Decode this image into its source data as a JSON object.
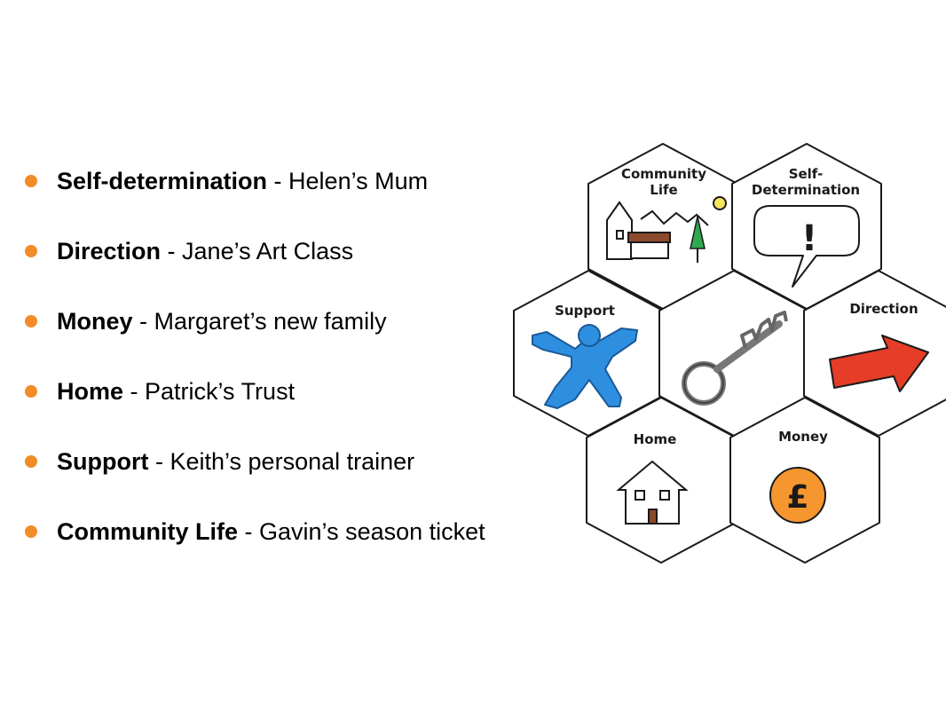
{
  "bullets": [
    {
      "term": "Self-determination",
      "detail": "- Helen’s Mum"
    },
    {
      "term": "Direction",
      "detail": "- Jane’s Art Class"
    },
    {
      "term": "Money",
      "detail": "- Margaret’s new family"
    },
    {
      "term": "Home",
      "detail": "- Patrick’s Trust"
    },
    {
      "term": "Support",
      "detail": "-  Keith’s personal trainer"
    },
    {
      "term": "Community Life",
      "detail": "- Gavin’s season ticket"
    }
  ],
  "diagram": {
    "community_life": {
      "line1": "Community",
      "line2": "Life"
    },
    "self_determination": {
      "line1": "Self-",
      "line2": "Determination"
    },
    "support": "Support",
    "direction": "Direction",
    "home": "Home",
    "money": "Money",
    "money_symbol": "£",
    "exclamation": "!"
  },
  "colors": {
    "bullet": "#F28C28",
    "support_figure": "#2E8FE0",
    "direction_arrow": "#E53D27",
    "money_coin": "#F5962F",
    "tree": "#2FA84F",
    "sun": "#F6E45C",
    "roof": "#8B4A2B"
  },
  "icons": [
    "church-icon",
    "sun-icon",
    "tree-icon",
    "speech-bubble-icon",
    "person-icon",
    "key-icon",
    "arrow-icon",
    "house-icon",
    "pound-coin-icon"
  ]
}
